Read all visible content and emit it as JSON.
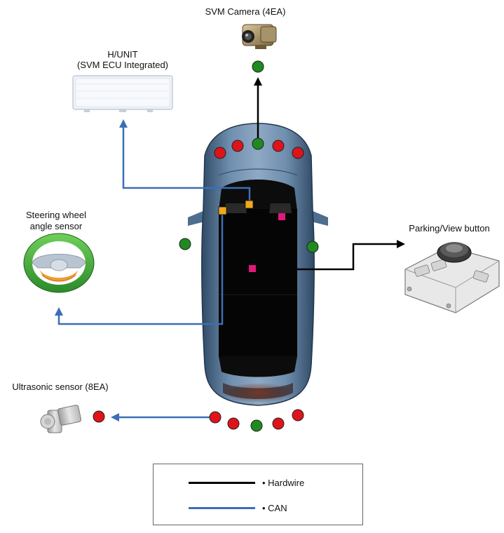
{
  "labels": {
    "svm_camera": "SVM Camera (4EA)",
    "hunit_line1": "H/UNIT",
    "hunit_line2": "(SVM ECU Integrated)",
    "steering_line1": "Steering wheel",
    "steering_line2": "angle sensor",
    "parking_button": "Parking/View button",
    "ultrasonic": "Ultrasonic sensor (8EA)"
  },
  "legend": {
    "items": [
      {
        "label": "• Hardwire",
        "color": "#000000"
      },
      {
        "label": "• CAN",
        "color": "#3b6fb6"
      }
    ]
  },
  "colors": {
    "hardwire": "#000000",
    "can": "#3b6fb6",
    "sensor_red": "#e0131a",
    "camera_green": "#1f8a1f",
    "module_orange": "#f0a81c",
    "module_pink": "#e0197a",
    "car_body": "#4e6e8e"
  },
  "icons": [
    "svm-camera-icon",
    "head-unit-icon",
    "steering-wheel-icon",
    "parking-button-icon",
    "ultrasonic-sensor-icon",
    "car-top-view"
  ]
}
